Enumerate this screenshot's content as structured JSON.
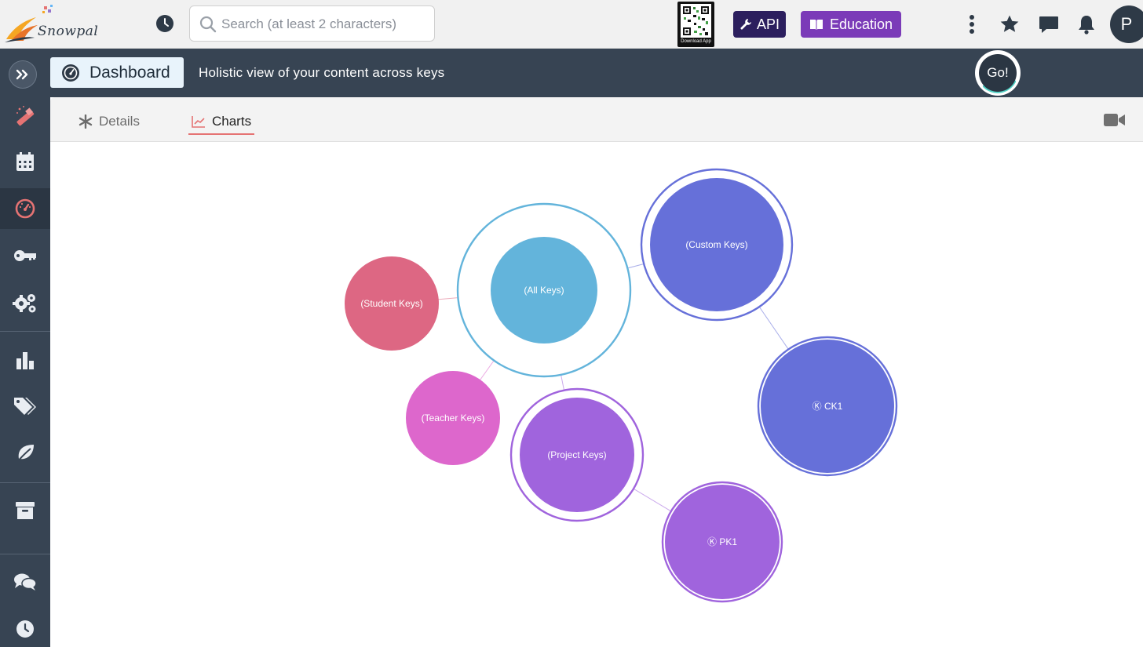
{
  "topbar": {
    "logo_text": "Snowpal",
    "search_placeholder": "Search (at least 2 characters)",
    "qr_label": "Download App",
    "api_label": "API",
    "education_label": "Education",
    "avatar_initial": "P"
  },
  "sidebar": {
    "items": [
      {
        "name": "wand",
        "icon": "magic-wand-icon"
      },
      {
        "name": "calendar",
        "icon": "calendar-icon"
      },
      {
        "name": "dashboard",
        "icon": "dashboard-icon",
        "active": true
      },
      {
        "name": "keys",
        "icon": "key-icon"
      },
      {
        "name": "settings",
        "icon": "gears-icon"
      },
      {
        "name": "reports",
        "icon": "bar-chart-icon"
      },
      {
        "name": "tags",
        "icon": "tags-icon"
      },
      {
        "name": "leaf",
        "icon": "leaf-icon"
      },
      {
        "name": "archive",
        "icon": "archive-icon"
      },
      {
        "name": "chat",
        "icon": "chat-icon"
      },
      {
        "name": "recent",
        "icon": "clock-icon"
      }
    ]
  },
  "header": {
    "title": "Dashboard",
    "description": "Holistic view of your content across keys",
    "go_label": "Go!"
  },
  "tabs": {
    "details": "Details",
    "charts": "Charts",
    "active": "charts"
  },
  "colors": {
    "sidebar_bg": "#374453",
    "accent_red": "#e57373",
    "api_bg": "#2c1f5e",
    "education_bg": "#7b3bb8",
    "all_keys": "#63b4db",
    "custom_keys": "#6670d9",
    "student_keys": "#dd6783",
    "teacher_keys": "#dd67cc",
    "project_keys": "#a064dd"
  },
  "chart_data": {
    "type": "bubble-network",
    "nodes": [
      {
        "id": "all",
        "label": "(All Keys)",
        "color": "#63b4db",
        "group": true
      },
      {
        "id": "custom",
        "label": "(Custom Keys)",
        "color": "#6670d9",
        "group": true
      },
      {
        "id": "student",
        "label": "(Student Keys)",
        "color": "#dd6783",
        "group": false
      },
      {
        "id": "teacher",
        "label": "(Teacher Keys)",
        "color": "#dd67cc",
        "group": false
      },
      {
        "id": "project",
        "label": "(Project Keys)",
        "color": "#a064dd",
        "group": true
      },
      {
        "id": "ck1",
        "label": "Ⓚ CK1",
        "color": "#6670d9",
        "group": true
      },
      {
        "id": "pk1",
        "label": "Ⓚ PK1",
        "color": "#a064dd",
        "group": true
      }
    ],
    "links": [
      {
        "source": "all",
        "target": "custom"
      },
      {
        "source": "all",
        "target": "student"
      },
      {
        "source": "all",
        "target": "teacher"
      },
      {
        "source": "all",
        "target": "project"
      },
      {
        "source": "custom",
        "target": "ck1"
      },
      {
        "source": "project",
        "target": "pk1"
      }
    ]
  }
}
